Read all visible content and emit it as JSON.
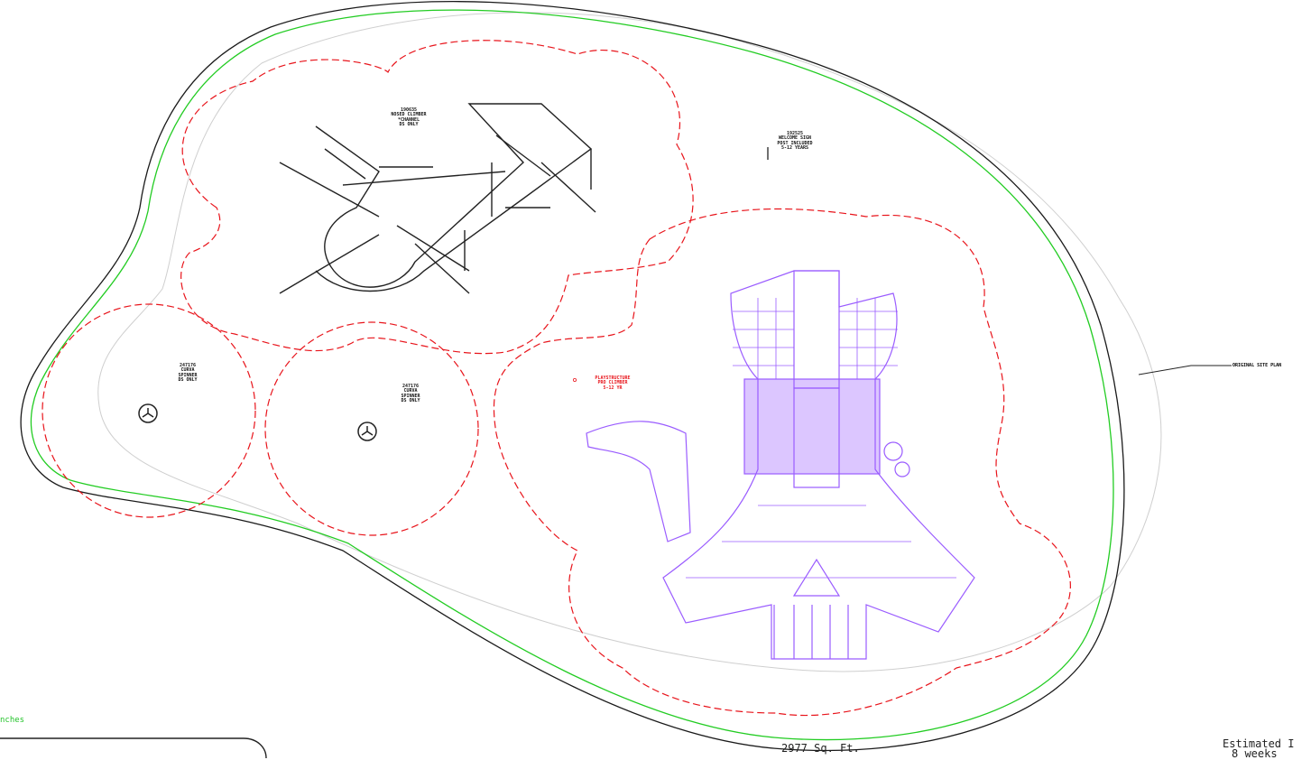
{
  "labels": {
    "climber_u": "190635\nNOSED CLIMBER\n*CHANNEL\nDS ONLY",
    "sign_top": "192525\nWELCOME SIGN\nPOST INCLUDED\n5-12 YEARS",
    "spinner_left": "247176\nCURVA\nSPINNER\nDS ONLY",
    "spinner_mid": "247176\nCURVA\nSPINNER\nDS ONLY",
    "structure_red": "PLAYSTRUCTURE\nPRO CLIMBER\n5-12 YR",
    "original_site": "ORIGINAL SITE PLAN",
    "area": "2977  Sq.  Ft.",
    "estimated_line1": "Estimated  I",
    "estimated_line2": "8  weeks",
    "inches_note": "nches"
  },
  "colors": {
    "boundary_outer": "#1a1a1a",
    "boundary_green": "#22cc22",
    "safety_zone": "#e8141b",
    "structure": "#9a5cff",
    "original_site": "#c8c8c8",
    "black_equipment": "#222222"
  }
}
